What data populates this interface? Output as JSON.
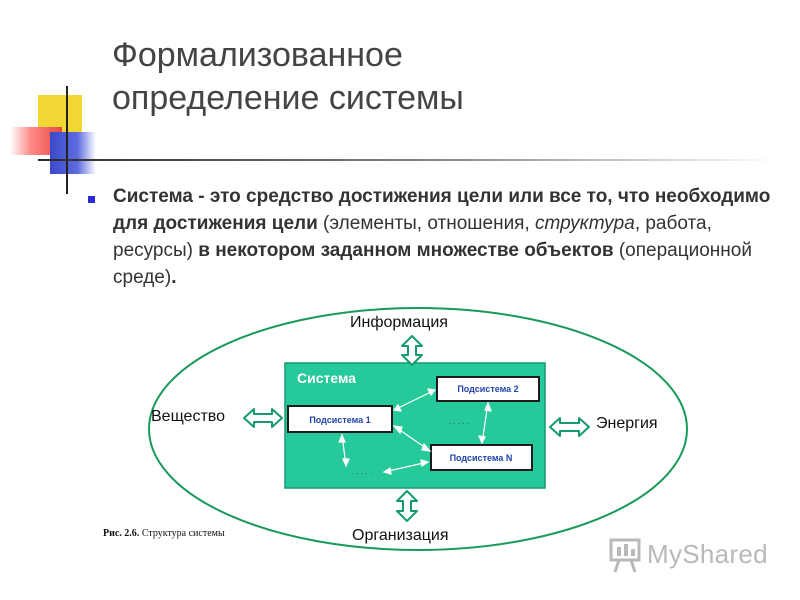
{
  "slide": {
    "title_line1": "Формализованное",
    "title_line2": "определение системы"
  },
  "definition": {
    "p1": "Система - это средство достижения цели или все то, что необходимо для достижения цели",
    "p2": " (элементы, отношения, ",
    "p3": "структура",
    "p4": ", работа, ресурсы) ",
    "p5": "в некотором заданном множестве объектов",
    "p6": " (операционной среде)",
    "p7": "."
  },
  "diagram": {
    "system_label": "Система",
    "subsystems": [
      "Подсистема 1",
      "Подсистема 2",
      "Подсистема N"
    ],
    "ellipsis": ". . . . .",
    "environment": {
      "top": "Информация",
      "left": "Вещество",
      "right": "Энергия",
      "bottom": "Организация"
    },
    "colors": {
      "ellipse_stroke": "#1a9a5a",
      "system_fill": "#26c99a",
      "system_stroke": "#159a70",
      "arrow_fill": "#ffffff",
      "arrow_stroke": "#159a70"
    }
  },
  "caption": {
    "fig": "Рис. 2.6.",
    "text": " Структура системы"
  },
  "watermark": {
    "text": "MyShared",
    "icon": "presentation-board-icon"
  }
}
